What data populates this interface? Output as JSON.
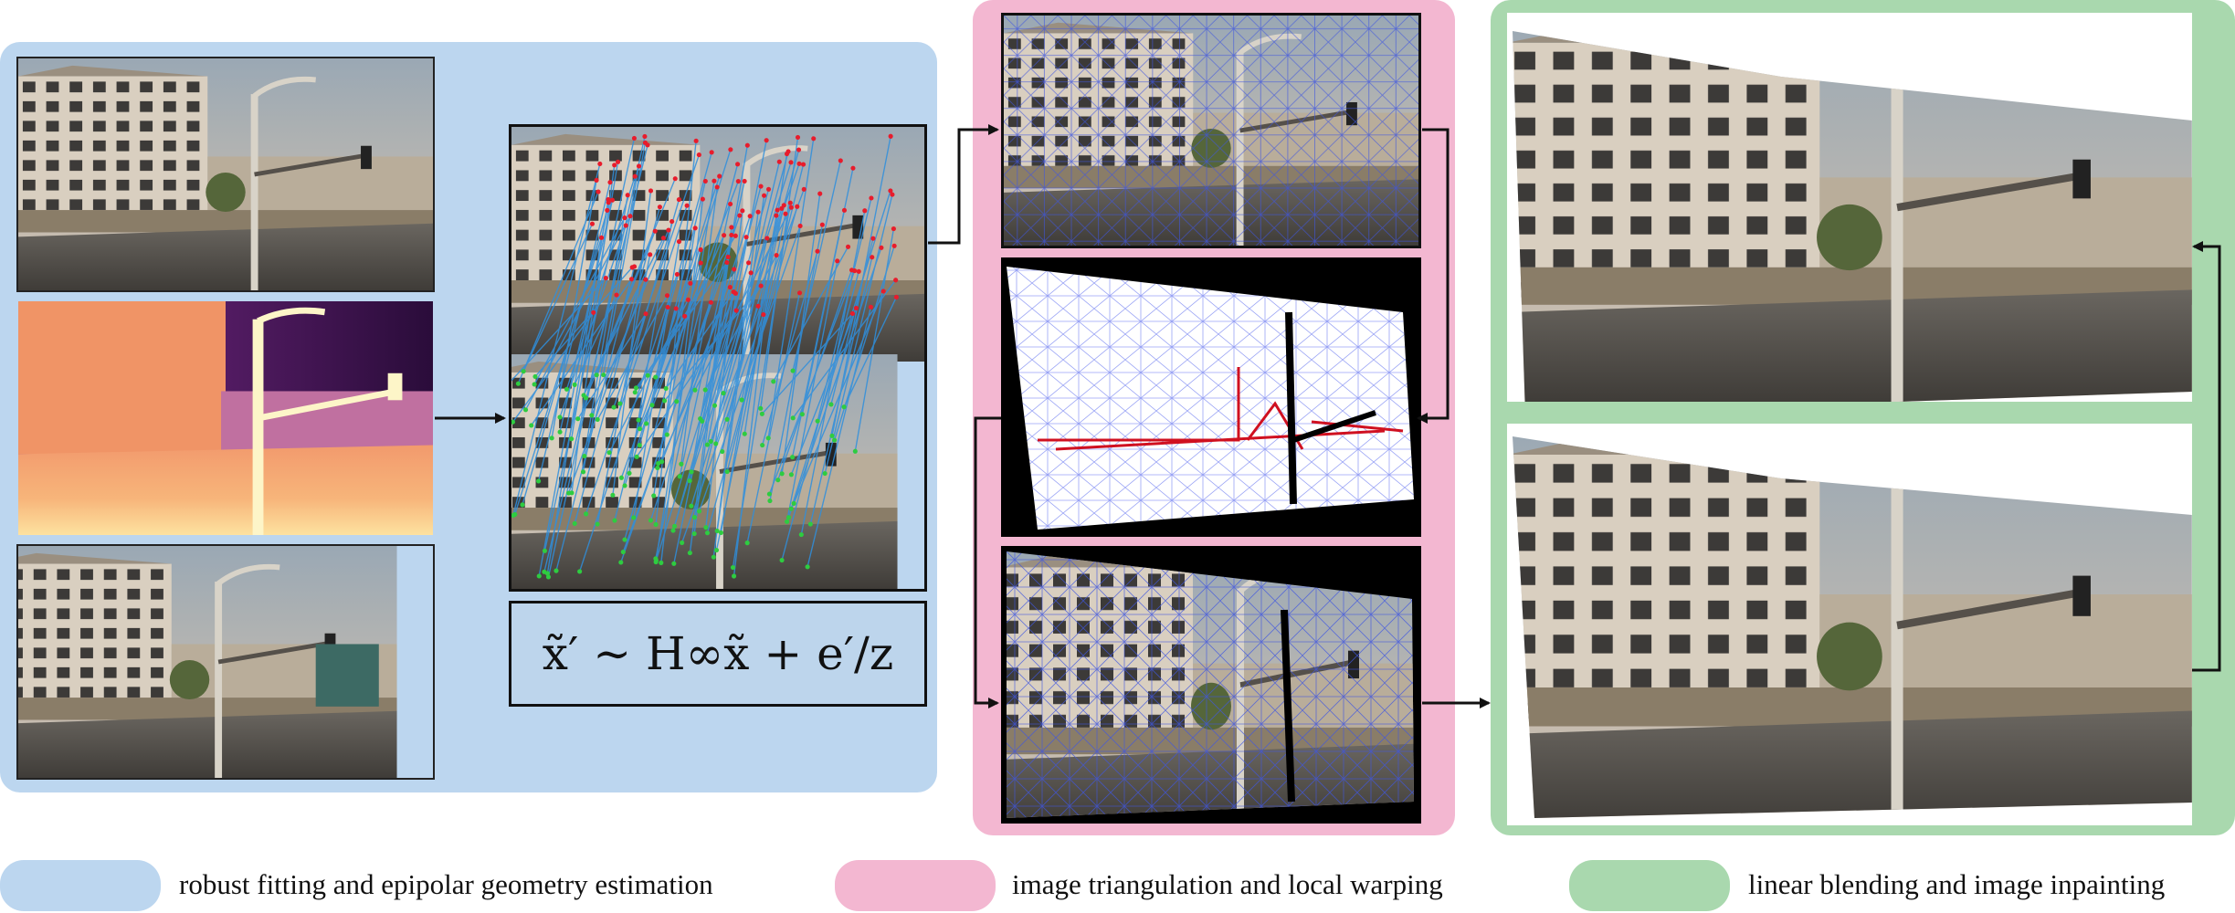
{
  "colors": {
    "blue_panel": "#bcd6ef",
    "pink_panel": "#f3b7d1",
    "green_panel": "#a9d8ae",
    "arrow": "#111111"
  },
  "formula": "x̃′ ∼ H∞x̃ + e′/z",
  "legend": [
    {
      "label": "robust fitting and epipolar geometry estimation",
      "color": "#bcd6ef"
    },
    {
      "label": "image triangulation and local warping",
      "color": "#f3b7d1"
    },
    {
      "label": "linear blending and image inpainting",
      "color": "#a9d8ae"
    }
  ],
  "images": [
    {
      "name": "source-view-top",
      "icon": "street-scene-photo"
    },
    {
      "name": "depth-map",
      "icon": "depth-map-image"
    },
    {
      "name": "source-view-bottom",
      "icon": "street-scene-photo"
    },
    {
      "name": "feature-correspondences",
      "icon": "matched-keypoints-image"
    },
    {
      "name": "triangulated-mesh-photo",
      "icon": "mesh-overlay-image"
    },
    {
      "name": "warped-mesh",
      "icon": "warped-mesh-image"
    },
    {
      "name": "warped-photo-mesh",
      "icon": "warped-photo-image"
    },
    {
      "name": "blended-result",
      "icon": "blended-panorama-image"
    },
    {
      "name": "inpainted-result",
      "icon": "inpainted-panorama-image"
    }
  ]
}
